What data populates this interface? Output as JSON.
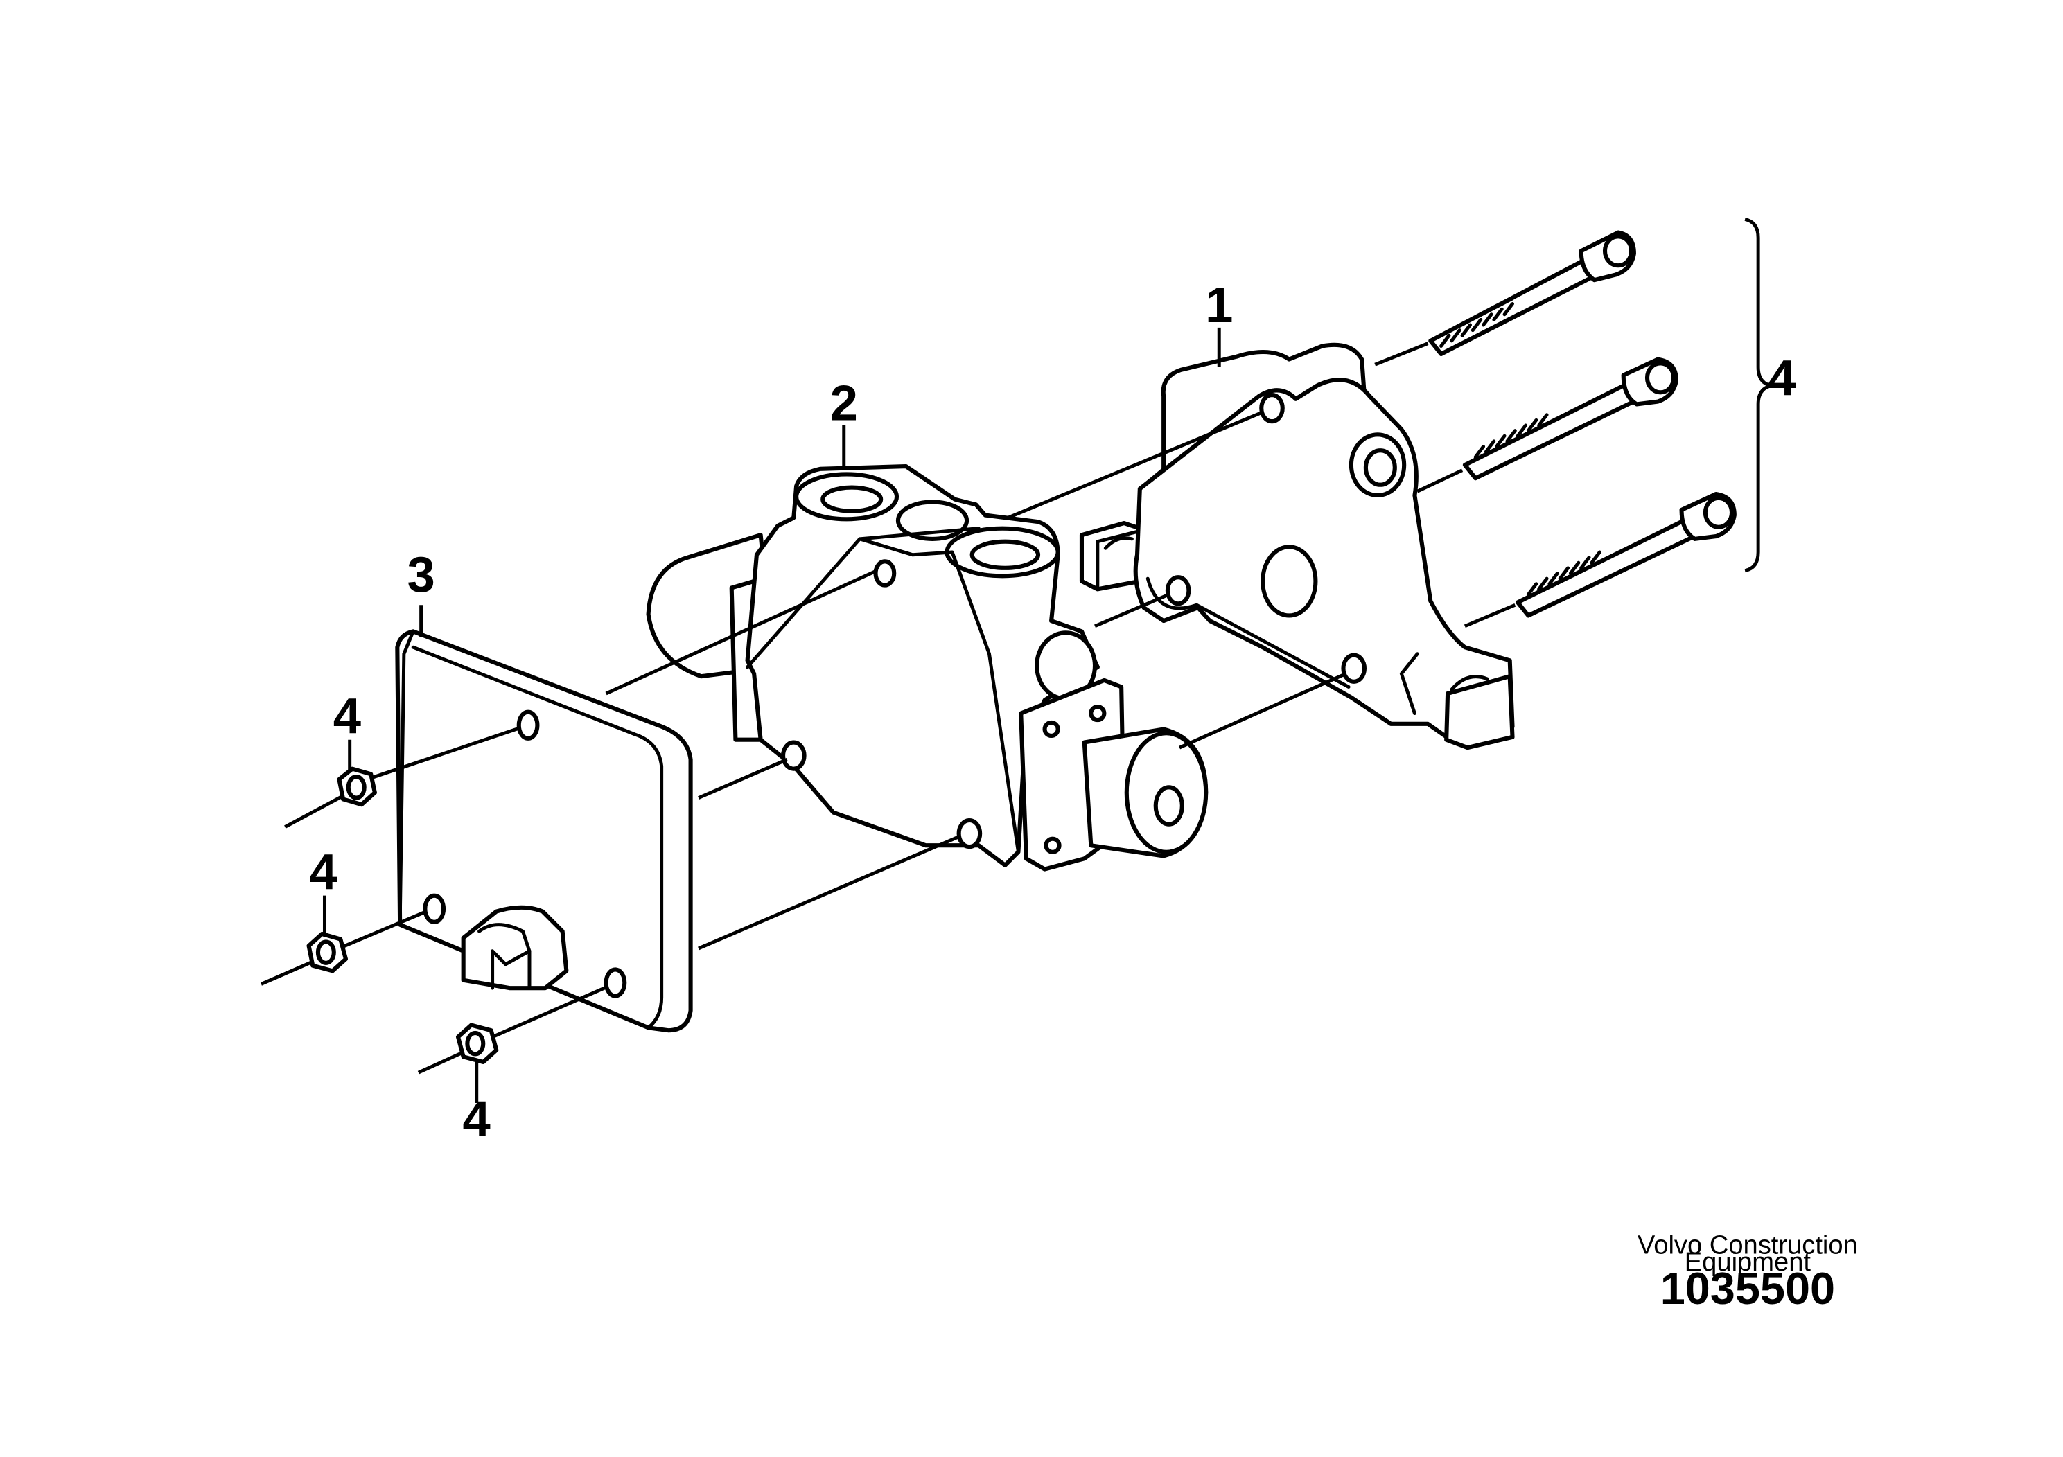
{
  "callouts": {
    "part_1": "1",
    "part_2": "2",
    "part_3": "3",
    "part_4_bolts": "4",
    "part_4_nut_top": "4",
    "part_4_nut_middle": "4",
    "part_4_nut_bottom": "4"
  },
  "footer": {
    "credit_line1": "Volvo Construction",
    "credit_line2": "Equipment",
    "reference_number": "1035500"
  }
}
